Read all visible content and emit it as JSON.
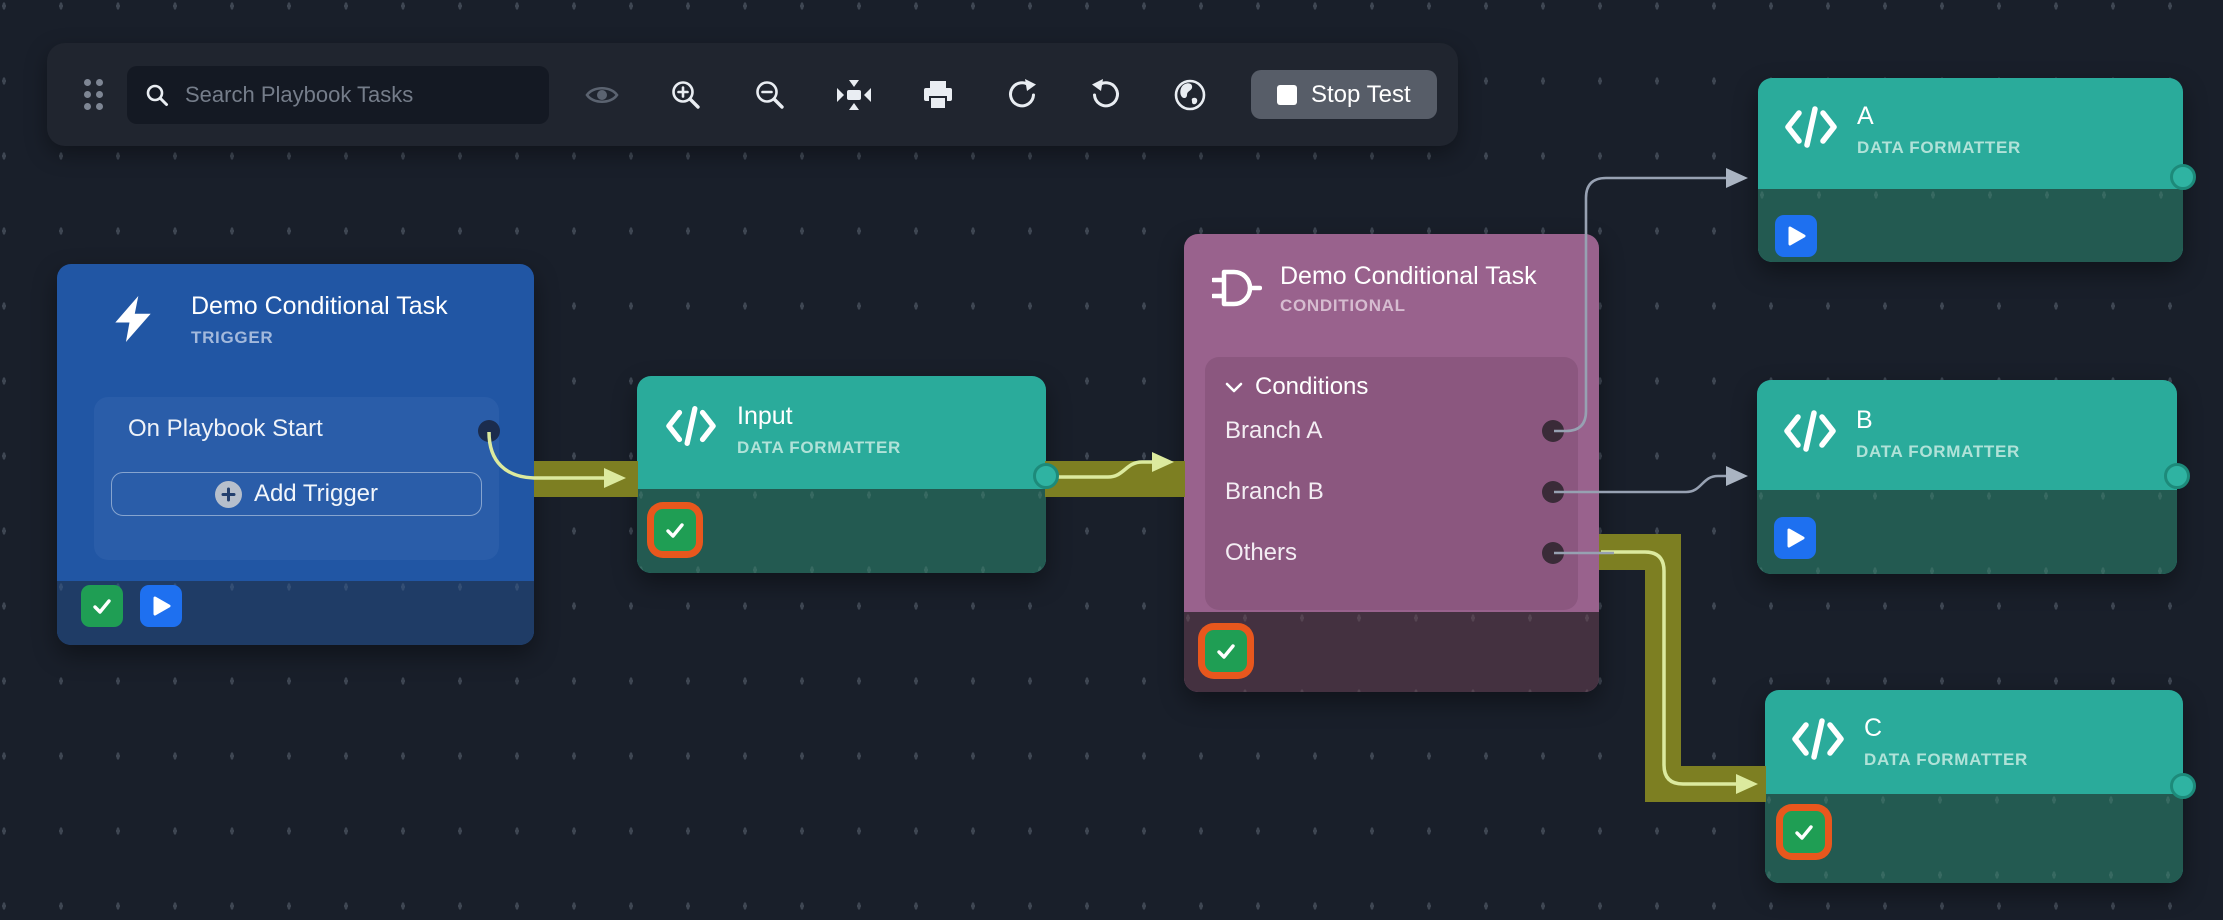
{
  "toolbar": {
    "drag_handle": "grip",
    "search": {
      "placeholder": "Search Playbook Tasks",
      "icon": "search-icon",
      "value": ""
    },
    "icons": [
      "visibility-icon",
      "zoom-in-icon",
      "zoom-out-icon",
      "fit-view-icon",
      "print-icon",
      "redo-icon",
      "undo-icon",
      "globe-icon"
    ],
    "stop_button": {
      "label": "Stop Test",
      "icon": "stop-square-icon"
    }
  },
  "nodes": {
    "trigger": {
      "title": "Demo Conditional Task",
      "type_label": "TRIGGER",
      "icon": "lightning-icon",
      "event_label": "On Playbook Start",
      "add_trigger_label": "Add Trigger",
      "status_badges": [
        "success",
        "run"
      ]
    },
    "input": {
      "title": "Input",
      "type_label": "DATA FORMATTER",
      "icon": "code-icon",
      "status_badges": [
        "success-highlighted"
      ]
    },
    "conditional": {
      "title": "Demo Conditional Task",
      "type_label": "CONDITIONAL",
      "icon": "logic-gate-icon",
      "section_label": "Conditions",
      "branches": [
        "Branch A",
        "Branch B",
        "Others"
      ],
      "status_badges": [
        "success-highlighted"
      ]
    },
    "a": {
      "title": "A",
      "type_label": "DATA FORMATTER",
      "icon": "code-icon",
      "status_badges": [
        "run"
      ]
    },
    "b": {
      "title": "B",
      "type_label": "DATA FORMATTER",
      "icon": "code-icon",
      "status_badges": [
        "run"
      ]
    },
    "c": {
      "title": "C",
      "type_label": "DATA FORMATTER",
      "icon": "code-icon",
      "status_badges": [
        "success-highlighted"
      ]
    }
  },
  "connections": [
    {
      "from": "trigger.On Playbook Start",
      "to": "input",
      "style": "active"
    },
    {
      "from": "input",
      "to": "conditional",
      "style": "active"
    },
    {
      "from": "conditional.Branch A",
      "to": "a",
      "style": "idle"
    },
    {
      "from": "conditional.Branch B",
      "to": "b",
      "style": "idle"
    },
    {
      "from": "conditional.Others",
      "to": "c",
      "style": "active"
    }
  ],
  "colors": {
    "canvas_bg": "#191f2a",
    "toolbar_bg": "#20252f",
    "accent_trigger": "#2156a4",
    "accent_formatter": "#2aab9b",
    "accent_conditional": "#99628d",
    "path_active": "#7d7f22",
    "path_active_line": "#dcea9e",
    "path_idle": "#97a1b2",
    "status_success": "#1f9e54",
    "status_run": "#1e70f0",
    "status_highlight_ring": "#e8571d",
    "stop_button_bg": "#575d68"
  }
}
